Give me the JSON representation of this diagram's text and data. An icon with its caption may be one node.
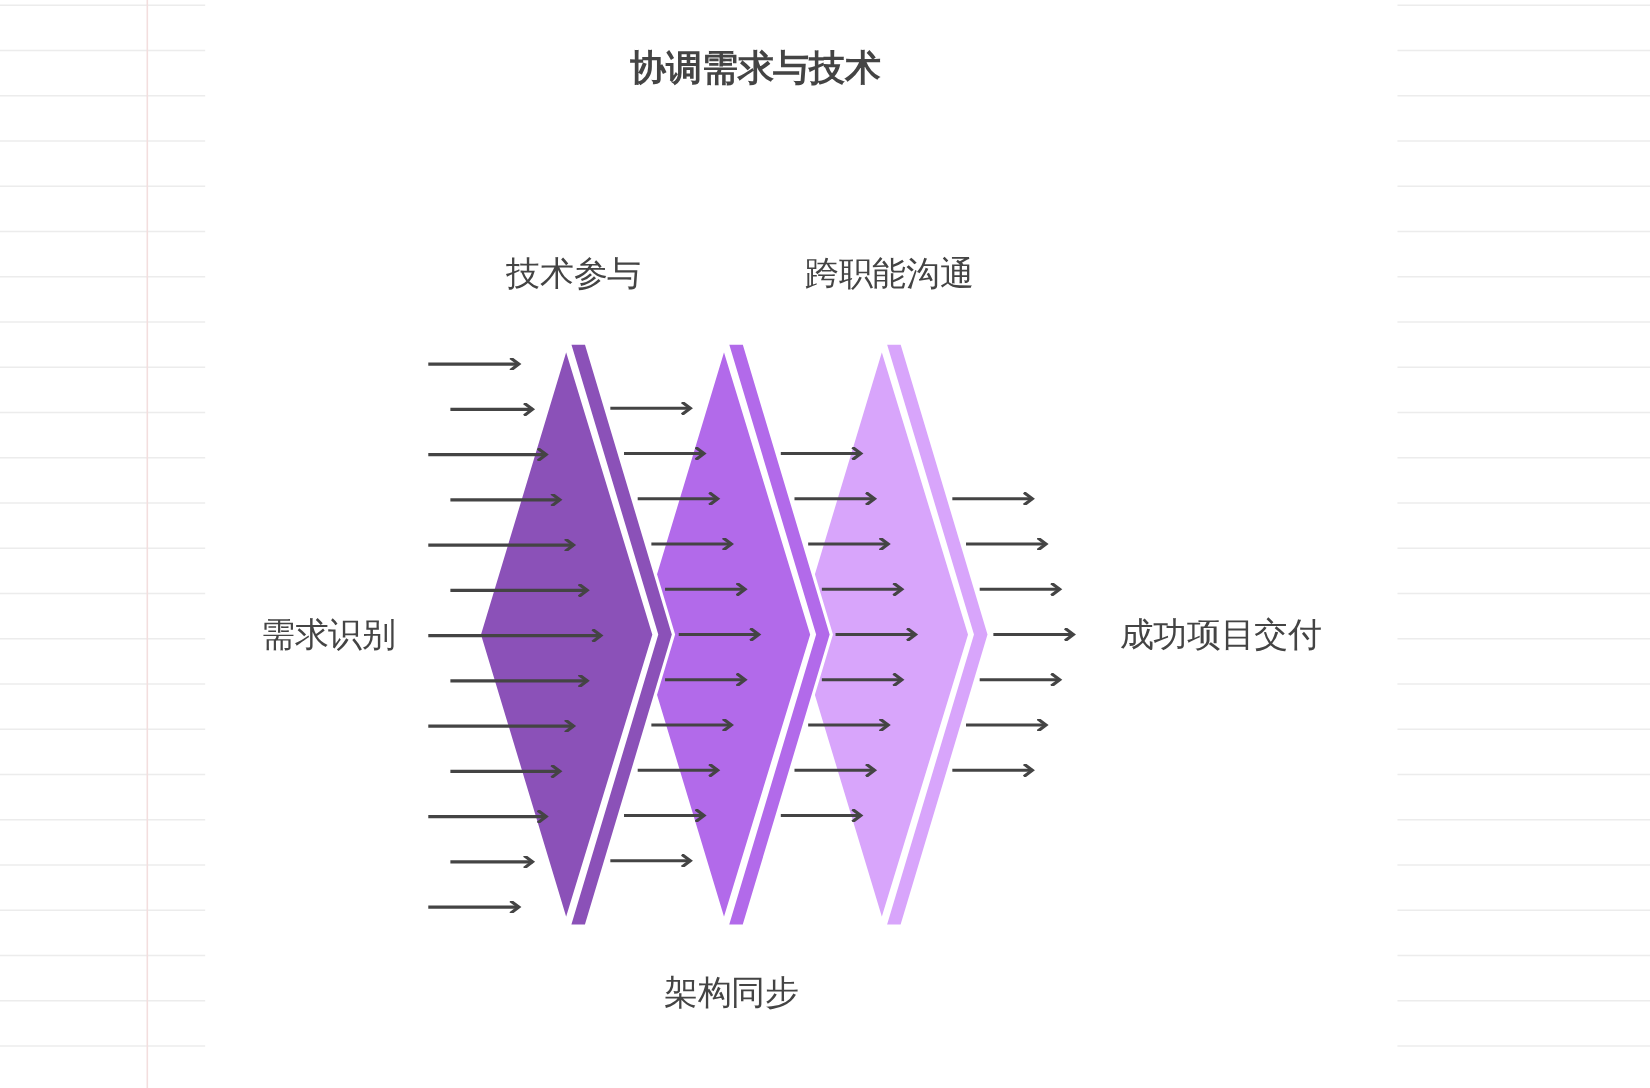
{
  "diagram": {
    "title": "协调需求与技术",
    "nodes": [
      {
        "text": [
          "需求识别"
        ]
      },
      {
        "text": [
          "技术参与"
        ]
      },
      {
        "text": [
          "架构同步"
        ]
      },
      {
        "text": [
          "跨职能沟通"
        ]
      },
      {
        "text": [
          "成功项目交付"
        ]
      }
    ],
    "edges": [
      {
        "from": null,
        "to": 1,
        "arrow": "to"
      },
      {
        "from": null,
        "to": 1,
        "arrow": "to"
      },
      {
        "from": null,
        "to": 1,
        "arrow": "to"
      },
      {
        "from": null,
        "to": 1,
        "arrow": "to"
      },
      {
        "from": null,
        "to": 1,
        "arrow": "to"
      },
      {
        "from": null,
        "to": 1,
        "arrow": "to"
      },
      {
        "from": 0,
        "to": 1,
        "arrow": "to"
      },
      {
        "from": null,
        "to": 1,
        "arrow": "to"
      },
      {
        "from": null,
        "to": 1,
        "arrow": "to"
      },
      {
        "from": null,
        "to": 1,
        "arrow": "to"
      },
      {
        "from": null,
        "to": 1,
        "arrow": "to"
      },
      {
        "from": null,
        "to": 1,
        "arrow": "to"
      },
      {
        "from": null,
        "to": 1,
        "arrow": "to"
      },
      {
        "from": 1,
        "to": 2,
        "arrow": "to"
      },
      {
        "from": 1,
        "to": 2,
        "arrow": "to"
      },
      {
        "from": 1,
        "to": 2,
        "arrow": "to"
      },
      {
        "from": 1,
        "to": 2,
        "arrow": "to"
      },
      {
        "from": 1,
        "to": 2,
        "arrow": "to"
      },
      {
        "from": 1,
        "to": 2,
        "arrow": "to"
      },
      {
        "from": 1,
        "to": 2,
        "arrow": "to"
      },
      {
        "from": 1,
        "to": 2,
        "arrow": "to"
      },
      {
        "from": 1,
        "to": 2,
        "arrow": "to"
      },
      {
        "from": 1,
        "to": 2,
        "arrow": "to"
      },
      {
        "from": 1,
        "to": 2,
        "arrow": "to"
      },
      {
        "from": 2,
        "to": 3,
        "arrow": "to"
      },
      {
        "from": 2,
        "to": 3,
        "arrow": "to"
      },
      {
        "from": 2,
        "to": 3,
        "arrow": "to"
      },
      {
        "from": 2,
        "to": 3,
        "arrow": "to"
      },
      {
        "from": 2,
        "to": 3,
        "arrow": "to"
      },
      {
        "from": 2,
        "to": 3,
        "arrow": "to"
      },
      {
        "from": 2,
        "to": 3,
        "arrow": "to"
      },
      {
        "from": 2,
        "to": 3,
        "arrow": "to"
      },
      {
        "from": 2,
        "to": 3,
        "arrow": "to"
      },
      {
        "from": 3,
        "to": null,
        "arrow": "to"
      },
      {
        "from": 3,
        "to": null,
        "arrow": "to"
      },
      {
        "from": 3,
        "to": null,
        "arrow": "to"
      },
      {
        "from": 3,
        "to": 4,
        "arrow": "to"
      },
      {
        "from": 3,
        "to": null,
        "arrow": "to"
      },
      {
        "from": 3,
        "to": null,
        "arrow": "to"
      },
      {
        "from": 3,
        "to": null,
        "arrow": "to"
      }
    ]
  }
}
